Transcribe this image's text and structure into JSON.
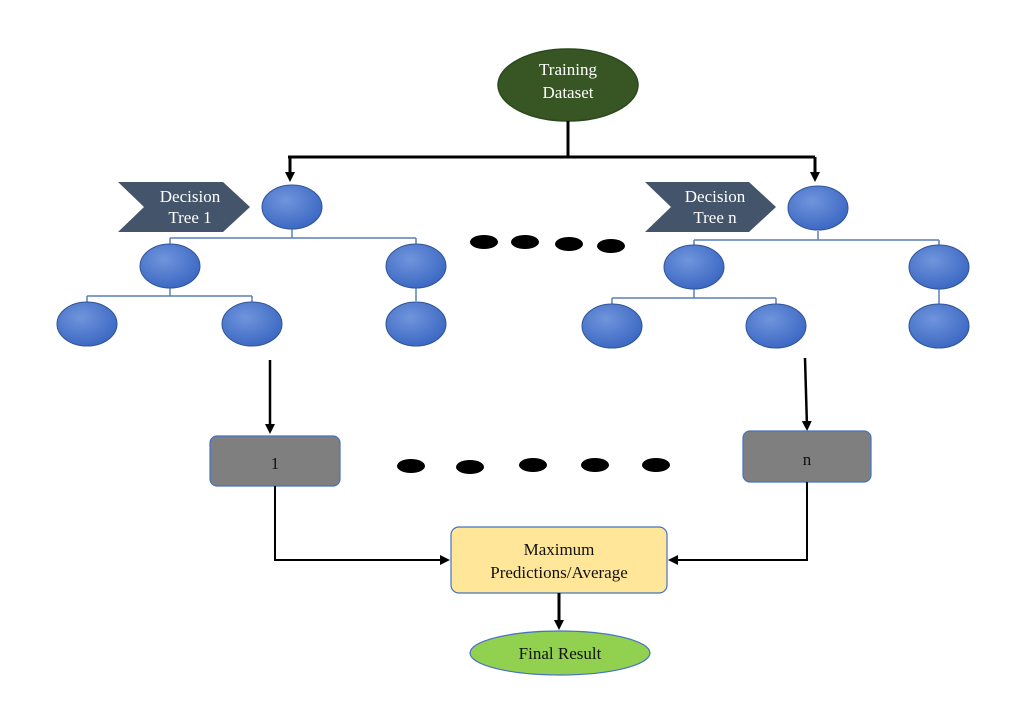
{
  "root": {
    "line1": "Training",
    "line2": "Dataset"
  },
  "tree_labels": {
    "first": {
      "line1": "Decision",
      "line2": "Tree 1"
    },
    "last": {
      "line1": "Decision",
      "line2": "Tree n"
    }
  },
  "predictions": {
    "first": "1",
    "last": "n"
  },
  "aggregator": {
    "line1": "Maximum",
    "line2": "Predictions/Average"
  },
  "final": {
    "label": "Final Result"
  },
  "colors": {
    "root_fill": "#375623",
    "tree_node": "#4472c4",
    "tag_fill": "#44546a",
    "prediction_box": "#7f7f7f",
    "aggregator_box": "#ffe699",
    "final_fill": "#92d050",
    "connector": "#000000",
    "branch": "#5b7fb8"
  }
}
